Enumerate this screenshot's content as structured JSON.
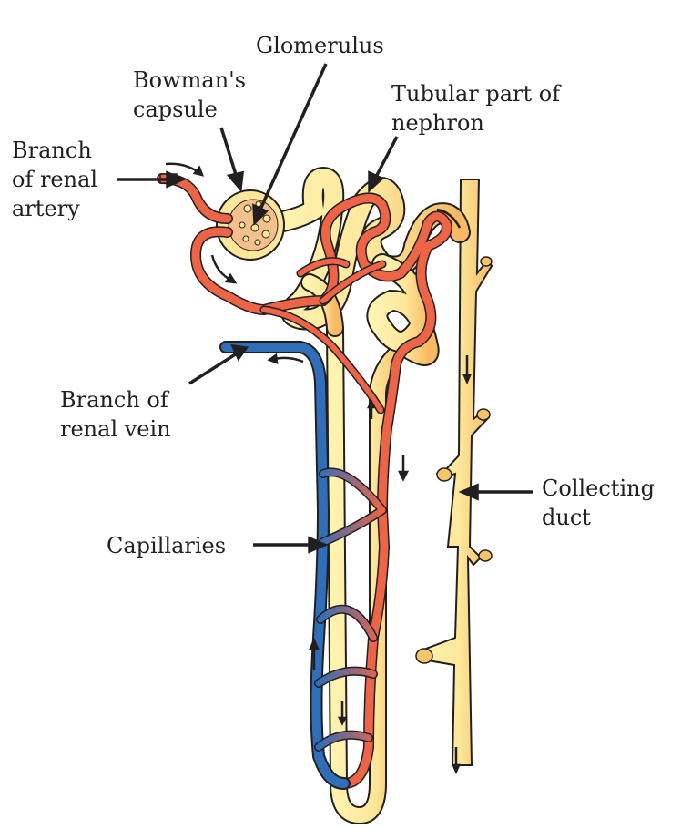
{
  "title": "Structure of a nephron",
  "labels": {
    "glomerulus": [
      "Glomerulus"
    ],
    "bowmans_capsule": [
      "Bowman's",
      "capsule"
    ],
    "tubular_part": [
      "Tubular part of",
      "nephron"
    ],
    "renal_artery": [
      "Branch",
      "of renal",
      "artery"
    ],
    "renal_vein": [
      "Branch of",
      "renal vein"
    ],
    "capillaries": [
      "Capillaries"
    ],
    "collecting_duct": [
      "Collecting",
      "duct"
    ]
  },
  "colors": {
    "tubule": "#fde79a",
    "tubule_shade": "#f7b962",
    "artery": "#ee6447",
    "vein": "#2f6fba",
    "outline": "#231f20",
    "capsule": "#f6c08a"
  }
}
